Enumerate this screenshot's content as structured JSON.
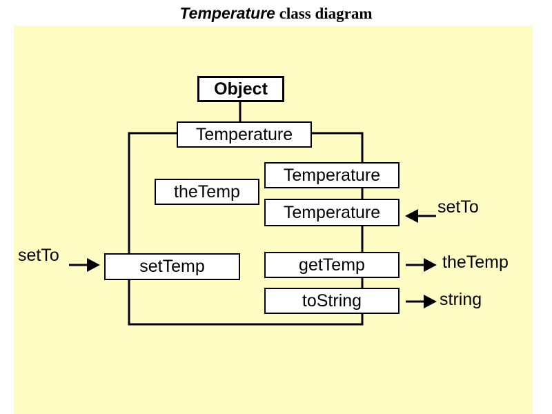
{
  "title": {
    "class_name": "Temperature",
    "rest": "class diagram"
  },
  "diagram": {
    "parent_class": "Object",
    "class_header": "Temperature",
    "field": "theTemp",
    "constructors": [
      "Temperature",
      "Temperature"
    ],
    "methods": {
      "setTemp": "setTemp",
      "getTemp": "getTemp",
      "toString": "toString"
    },
    "labels": {
      "constructor_input": "setTo",
      "settemp_input": "setTo",
      "gettemp_output": "theTemp",
      "tostring_output": "string"
    }
  },
  "colors": {
    "background": "#fffdc4",
    "box_fill": "#ffffff",
    "line": "#000000"
  }
}
